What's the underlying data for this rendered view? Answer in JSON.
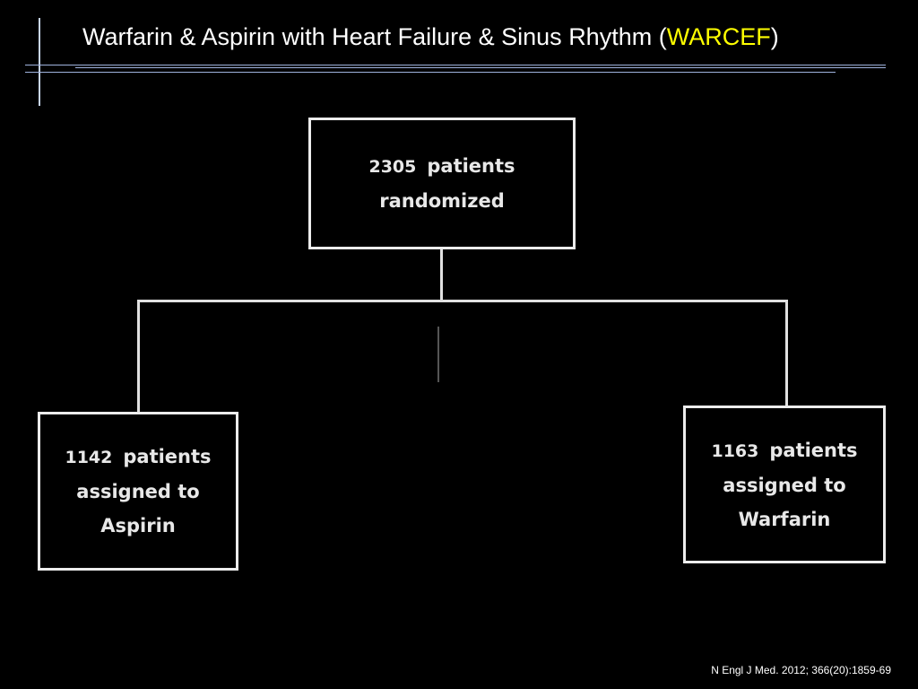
{
  "slide": {
    "title_main": "Warfarin & Aspirin with Heart Failure & Sinus Rhythm (",
    "title_accent": "WARCEF",
    "title_close": ")",
    "accent_color": "#ffff00",
    "citation": "N Engl J Med. 2012; 366(20):1859-69"
  },
  "flowchart": {
    "root": {
      "count": "2305",
      "line1": "patients",
      "line2": "randomized"
    },
    "left": {
      "count": "1142",
      "line1": "patients",
      "line2": "assigned to",
      "line3": "Aspirin"
    },
    "right": {
      "count": "1163",
      "line1": "patients",
      "line2": "assigned to",
      "line3": "Warfarin"
    }
  }
}
